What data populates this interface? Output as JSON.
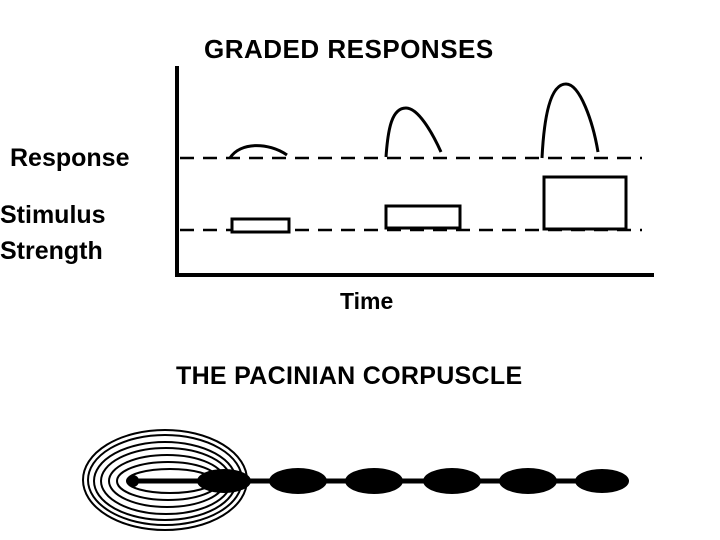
{
  "graph": {
    "title": "GRADED RESPONSES",
    "response_label": "Response",
    "stimulus_label_line1": "Stimulus",
    "stimulus_label_line2": "Strength",
    "time_label": "Time"
  },
  "corpuscle": {
    "title": "THE PACINIAN CORPUSCLE"
  },
  "colors": {
    "ink": "#000000",
    "background": "#ffffff"
  }
}
